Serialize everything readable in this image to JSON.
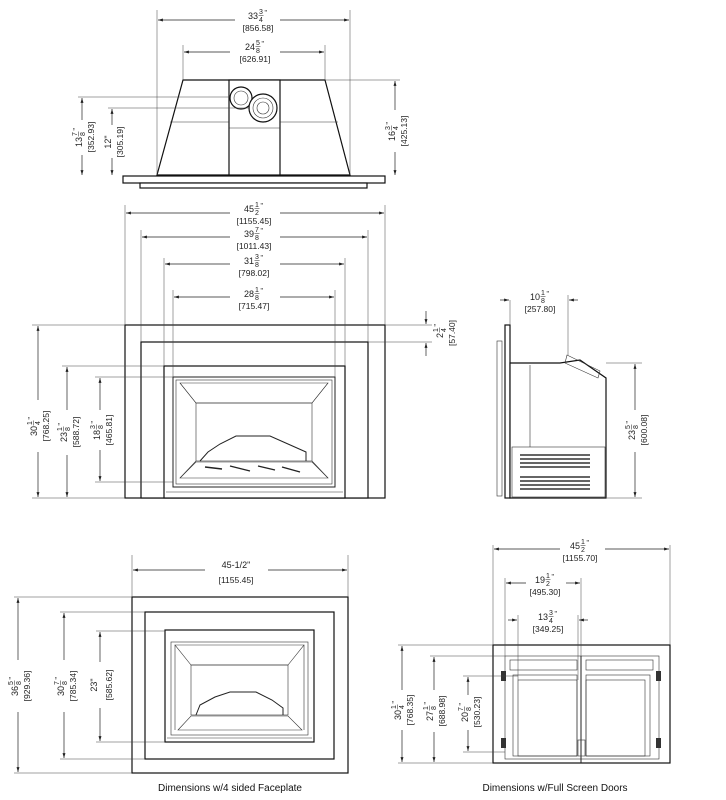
{
  "top_view": {
    "overall_width": {
      "whole": "33",
      "num": "3",
      "den": "4",
      "mm": "856.58"
    },
    "rear_width": {
      "whole": "24",
      "num": "5",
      "den": "8",
      "mm": "626.91"
    },
    "vent_center_height_1": {
      "whole": "13",
      "num": "7",
      "den": "8",
      "mm": "352.93"
    },
    "vent_center_height_2": {
      "whole": "12",
      "num": "",
      "den": "",
      "mm": "305.19"
    },
    "depth": {
      "whole": "16",
      "num": "3",
      "den": "4",
      "mm": "425.13"
    }
  },
  "front_view": {
    "surround_width": {
      "whole": "45",
      "num": "1",
      "den": "2",
      "mm": "1155.45"
    },
    "inner_surround_width": {
      "whole": "39",
      "num": "7",
      "den": "8",
      "mm": "1011.43"
    },
    "firebox_width": {
      "whole": "31",
      "num": "3",
      "den": "8",
      "mm": "798.02"
    },
    "opening_width": {
      "whole": "28",
      "num": "1",
      "den": "8",
      "mm": "715.47"
    },
    "top_border": {
      "whole": "2",
      "num": "1",
      "den": "4",
      "mm": "57.40"
    },
    "surround_height": {
      "whole": "30",
      "num": "1",
      "den": "4",
      "mm": "768.25"
    },
    "firebox_height": {
      "whole": "23",
      "num": "1",
      "den": "8",
      "mm": "588.72"
    },
    "opening_height": {
      "whole": "18",
      "num": "3",
      "den": "8",
      "mm": "465.81"
    }
  },
  "side_view": {
    "depth": {
      "whole": "10",
      "num": "1",
      "den": "8",
      "mm": "257.80"
    },
    "height": {
      "whole": "23",
      "num": "5",
      "den": "8",
      "mm": "600.08"
    }
  },
  "faceplate_view": {
    "caption": "Dimensions w/4 sided Faceplate",
    "width": {
      "text": "45-1/2\"",
      "mm": "1155.45"
    },
    "outer_height": {
      "whole": "36",
      "num": "5",
      "den": "8",
      "mm": "929.36"
    },
    "inner_height": {
      "whole": "30",
      "num": "7",
      "den": "8",
      "mm": "785.34"
    },
    "firebox_height": {
      "text": "23\"",
      "mm": "585.62"
    }
  },
  "screen_doors_view": {
    "caption": "Dimensions w/Full Screen Doors",
    "width": {
      "whole": "45",
      "num": "1",
      "den": "2",
      "mm": "1155.70"
    },
    "door_width": {
      "whole": "19",
      "num": "1",
      "den": "2",
      "mm": "495.30"
    },
    "glass_width": {
      "whole": "13",
      "num": "3",
      "den": "4",
      "mm": "349.25"
    },
    "height": {
      "whole": "30",
      "num": "1",
      "den": "4",
      "mm": "768.35"
    },
    "door_height": {
      "whole": "27",
      "num": "1",
      "den": "8",
      "mm": "688.98"
    },
    "glass_height": {
      "whole": "20",
      "num": "7",
      "den": "8",
      "mm": "530.23"
    }
  }
}
